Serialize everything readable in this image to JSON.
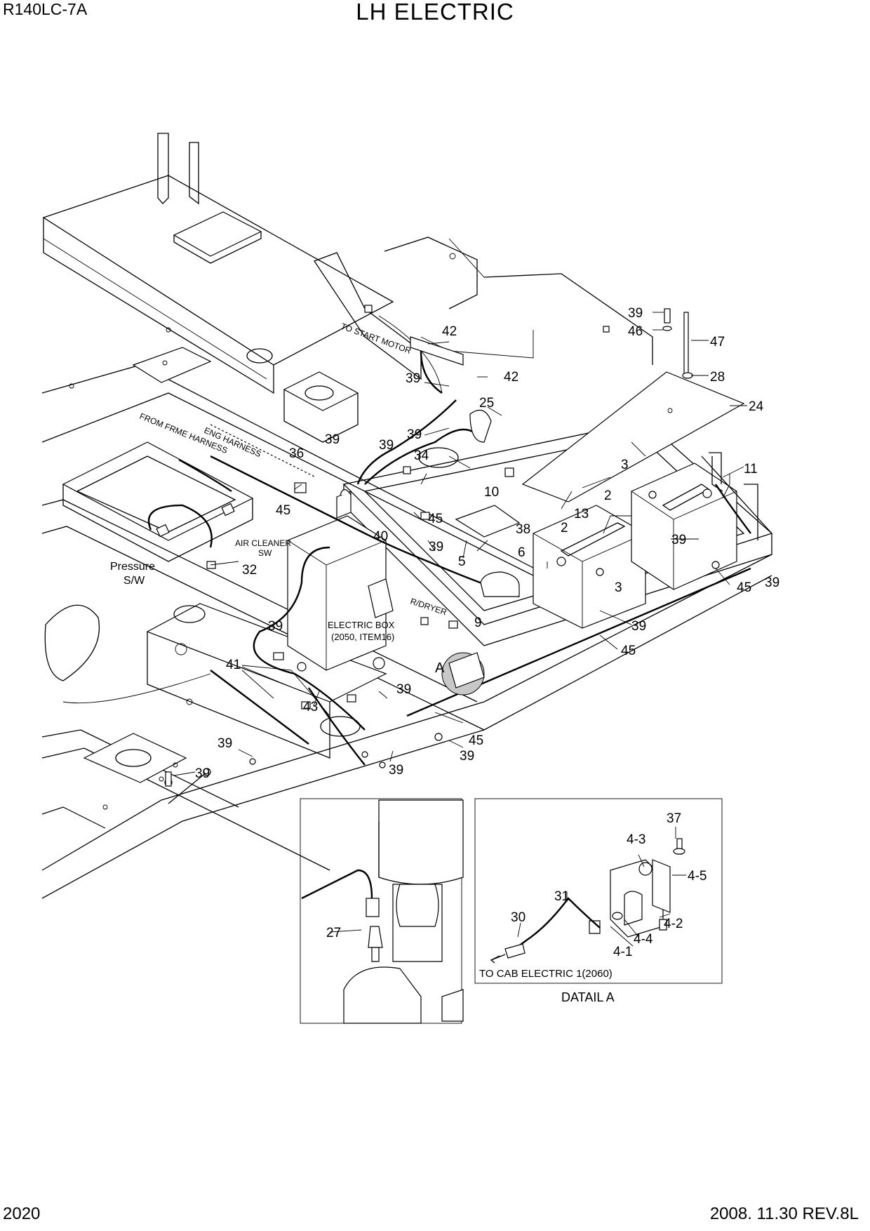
{
  "header": {
    "model": "R140LC-7A",
    "title": "LH ELECTRIC"
  },
  "footer": {
    "page_number": "2020",
    "revision": "2008. 11.30  REV.8L"
  },
  "notes": {
    "to_start_motor": "TO START MOTOR",
    "from_frame_harness": "FROM FRME HARNESS",
    "eng_harness": "ENG HARNESS",
    "air_cleaner_sw_1": "AIR CLEANER",
    "air_cleaner_sw_2": "SW",
    "pressure_sw_1": "Pressure",
    "pressure_sw_2": "S/W",
    "electric_box_1": "ELECTRIC BOX",
    "electric_box_2": "(2050, ITEM16)",
    "r_dryer": "R/DRYER",
    "detail_marker": "A",
    "to_cab_electric": "TO CAB ELECTRIC 1(2060)",
    "detail_caption": "DATAIL A"
  },
  "callouts": {
    "c39_top": "39",
    "c46": "46",
    "c47": "47",
    "c28": "28",
    "c24": "24",
    "c42_a": "42",
    "c42_b": "42",
    "c39_b": "39",
    "c25": "25",
    "c39_c": "39",
    "c39_d": "39",
    "c34": "34",
    "c36": "36",
    "c39_e": "39",
    "c10": "10",
    "c45_a": "45",
    "c45_b": "45",
    "c11": "11",
    "c3_a": "3",
    "c2_a": "2",
    "c13": "13",
    "c2_b": "2",
    "c38": "38",
    "c6": "6",
    "c40": "40",
    "c39_f": "39",
    "c5": "5",
    "c3_b": "3",
    "c39_g": "39",
    "c45_c": "45",
    "c39_h": "39",
    "c32": "32",
    "c9": "9",
    "c39_i": "39",
    "c39_j": "39",
    "c45_d": "45",
    "c41": "41",
    "c43": "43",
    "c39_k": "39",
    "c45_e": "45",
    "c39_l": "39",
    "c39_m": "39",
    "c39_n": "39",
    "c39_o": "39",
    "c27": "27",
    "c37": "37",
    "c4_3": "4-3",
    "c4_5": "4-5",
    "c31": "31",
    "c30": "30",
    "c4_2": "4-2",
    "c4_4": "4-4",
    "c4_1": "4-1"
  }
}
